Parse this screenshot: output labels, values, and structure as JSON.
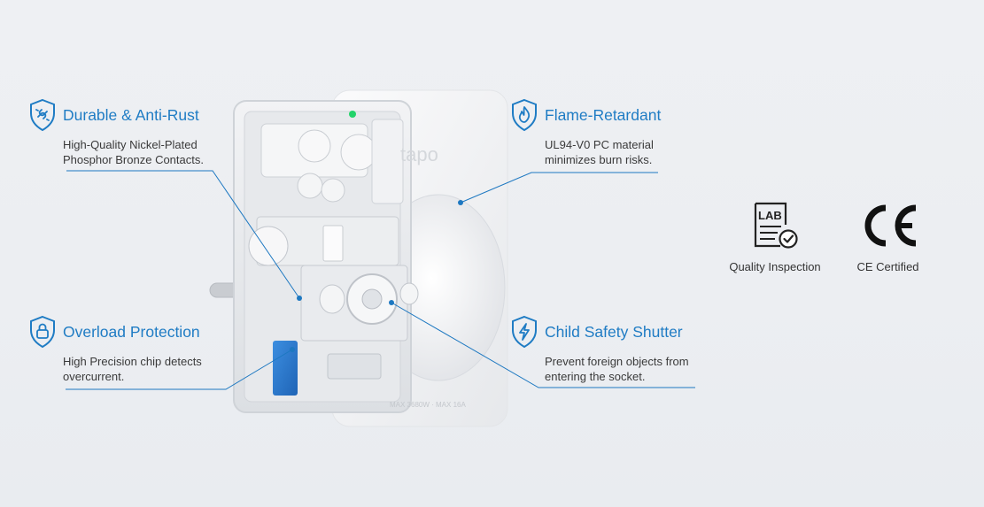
{
  "features": {
    "durable": {
      "title": "Durable & Anti-Rust",
      "line1": "High-Quality Nickel-Plated",
      "line2": "Phosphor Bronze Contacts.",
      "icon": "chain-link-icon"
    },
    "flame": {
      "title": "Flame-Retardant",
      "line1": "UL94-V0 PC material",
      "line2": "minimizes burn risks.",
      "icon": "flame-icon"
    },
    "overload": {
      "title": "Overload Protection",
      "line1": "High Precision chip detects",
      "line2": "overcurrent.",
      "icon": "lock-icon"
    },
    "child": {
      "title": "Child Safety Shutter",
      "line1": "Prevent foreign objects from",
      "line2": "entering the socket.",
      "icon": "lightning-icon"
    }
  },
  "certs": {
    "lab": {
      "label": "Quality Inspection",
      "badge": "LAB"
    },
    "ce": {
      "label": "CE Certified",
      "mark": "CE"
    }
  },
  "product": {
    "brand": "tapo",
    "rating": "MAX 3680W · MAX 16A"
  },
  "colors": {
    "accent": "#1f7cc4",
    "line": "#1d78c1",
    "led": "#22d36a",
    "chip": "#2a78d0"
  }
}
